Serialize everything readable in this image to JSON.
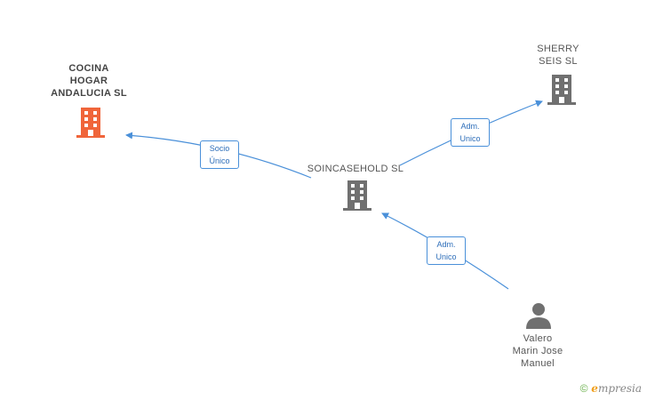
{
  "nodes": {
    "cocina": {
      "label": "COCINA\nHOGAR\nANDALUCIA SL",
      "color": "#f0653a",
      "icon": "building-icon"
    },
    "sherry": {
      "label": "SHERRY\nSEIS SL",
      "color": "#707070",
      "icon": "building-icon"
    },
    "soincasehold": {
      "label": "SOINCASEHOLD SL",
      "color": "#707070",
      "icon": "building-icon"
    },
    "valero": {
      "label": "Valero\nMarin Jose\nManuel",
      "color": "#707070",
      "icon": "person-icon"
    }
  },
  "edges": {
    "socio_unico": {
      "label": "Socio\nÚnico"
    },
    "adm_unico_sherry": {
      "label": "Adm.\nUnico"
    },
    "adm_unico_valero": {
      "label": "Adm.\nUnico"
    }
  },
  "colors": {
    "edge": "#4a90d9"
  },
  "watermark": {
    "symbol": "©",
    "brand_initial": "e",
    "brand_rest": "mpresia"
  }
}
